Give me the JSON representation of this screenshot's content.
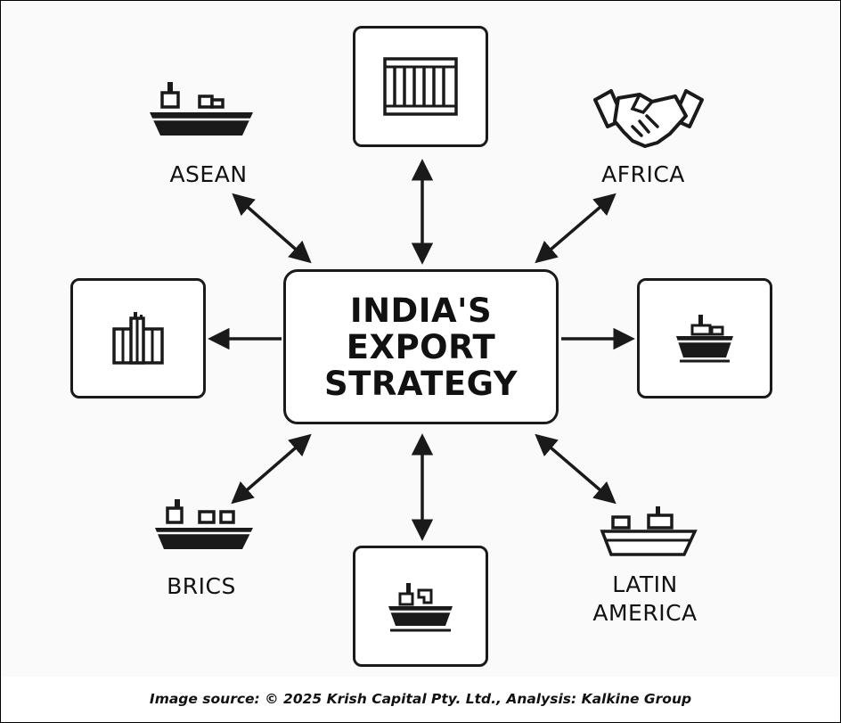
{
  "hub": {
    "lines": [
      "INDIA'S",
      "EXPORT",
      "STRATEGY"
    ]
  },
  "regions": {
    "asean": "ASEAN",
    "africa": "AFRICA",
    "brics": "BRICS",
    "latin_america_line1": "LATIN",
    "latin_america_line2": "AMERICA"
  },
  "icons": {
    "top": "shipping-container-icon",
    "left": "factory-building-icon",
    "right": "cargo-ship-icon",
    "bottom": "cargo-ship-icon",
    "asean": "cargo-ship-icon",
    "africa": "handshake-icon",
    "brics": "cargo-ship-icon",
    "latin_america": "cargo-ship-icon"
  },
  "footer": "Image source: © 2025 Krish Capital Pty. Ltd., Analysis: Kalkine Group",
  "colors": {
    "stroke": "#1a1a1a",
    "background": "#fafafa"
  }
}
